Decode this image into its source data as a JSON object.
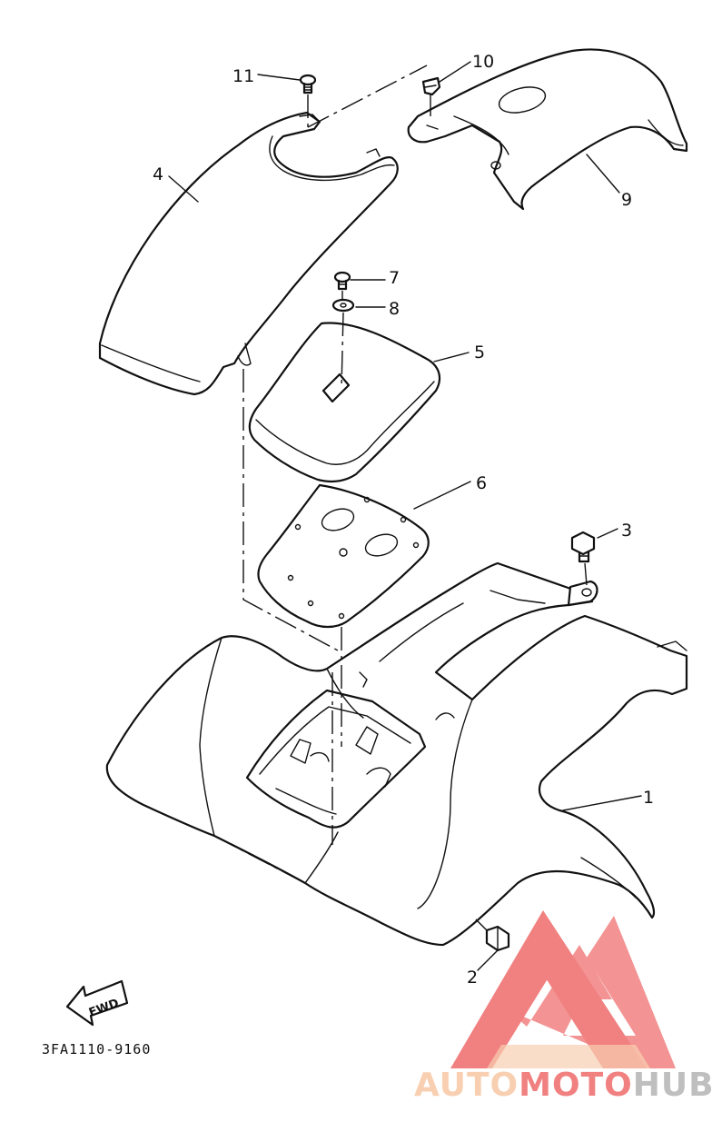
{
  "diagram": {
    "callouts": [
      {
        "id": "1",
        "label": "1"
      },
      {
        "id": "2",
        "label": "2"
      },
      {
        "id": "3",
        "label": "3"
      },
      {
        "id": "4",
        "label": "4"
      },
      {
        "id": "5",
        "label": "5"
      },
      {
        "id": "6",
        "label": "6"
      },
      {
        "id": "7",
        "label": "7"
      },
      {
        "id": "8",
        "label": "8"
      },
      {
        "id": "9",
        "label": "9"
      },
      {
        "id": "10",
        "label": "10"
      },
      {
        "id": "11",
        "label": "11"
      }
    ],
    "fwd_label": "FWD",
    "part_code": "3FA1110-9160"
  },
  "watermark": {
    "auto": "AUTO",
    "moto": "MOTO",
    "hub": "HUB",
    "colors": {
      "light": "#f7c7a4",
      "red": "#ef6a6a",
      "gray": "#b5b5b5"
    }
  }
}
